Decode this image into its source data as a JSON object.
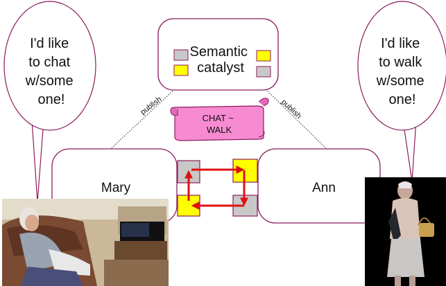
{
  "bubbles": {
    "left": [
      "I'd like",
      "to chat",
      "w/some",
      "one!"
    ],
    "right": [
      "I'd like",
      "to walk",
      "w/some",
      "one!"
    ]
  },
  "catalyst": {
    "lines": [
      "Semantic",
      "catalyst"
    ]
  },
  "scroll": {
    "lines": [
      "CHAT ~",
      "WALK"
    ]
  },
  "nodes": {
    "left": "Mary",
    "right": "Ann"
  },
  "edges": {
    "left": "publish",
    "right": "publish"
  },
  "colors": {
    "outline": "#8b1a5c",
    "yellow": "#ffff00",
    "gray": "#c8c8c8",
    "scroll_fill": "#f78bd2",
    "arrow": "#e01010"
  },
  "photos": {
    "left": "photo-elderly-woman-sitting",
    "right": "photo-elderly-woman-standing"
  }
}
